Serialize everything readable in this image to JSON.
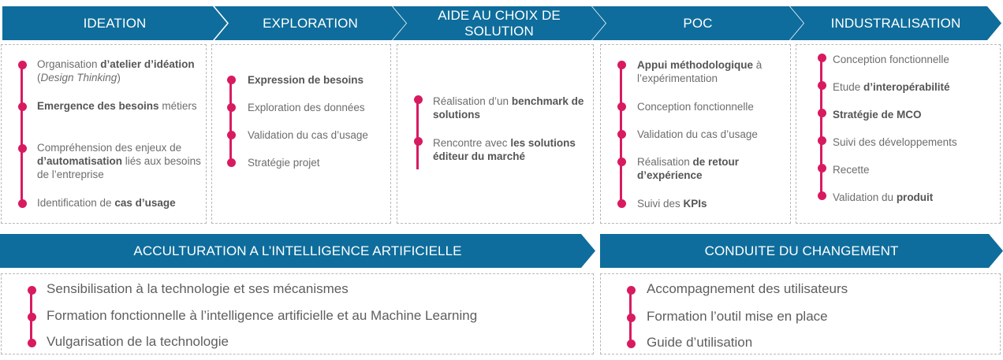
{
  "phases": [
    {
      "title": "IDEATION"
    },
    {
      "title": "EXPLORATION"
    },
    {
      "title": "AIDE AU CHOIX DE SOLUTION"
    },
    {
      "title": "POC"
    },
    {
      "title": "INDUSTRALISATION"
    }
  ],
  "ideation_items": [
    {
      "a": "Organisation ",
      "b": "d’atelier d’idéation",
      "c": " (",
      "d": "Design Thinking",
      "e": ")"
    },
    {
      "a": "",
      "b": "Emergence des besoins",
      "c": " métiers"
    },
    {
      "a": "Compréhension des enjeux de ",
      "b": "d’automatisation",
      "c": " liés aux besoins de l’entreprise"
    },
    {
      "a": "Identification de ",
      "b": "cas d’usage",
      "c": ""
    }
  ],
  "exploration_items": [
    {
      "a": "",
      "b": "Expression de besoins",
      "c": ""
    },
    {
      "a": "Exploration des données",
      "b": "",
      "c": ""
    },
    {
      "a": "Validation du cas d’usage",
      "b": "",
      "c": ""
    },
    {
      "a": "Stratégie projet",
      "b": "",
      "c": ""
    }
  ],
  "aide_items": [
    {
      "a": "Réalisation d’un ",
      "b": "benchmark de solutions",
      "c": ""
    },
    {
      "a": "Rencontre avec ",
      "b": "les solutions éditeur du marché",
      "c": ""
    }
  ],
  "poc_items": [
    {
      "a": "",
      "b": "Appui méthodologique",
      "c": " à l’expérimentation"
    },
    {
      "a": "Conception fonctionnelle",
      "b": "",
      "c": ""
    },
    {
      "a": "Validation du cas d’usage",
      "b": "",
      "c": ""
    },
    {
      "a": "Réalisation ",
      "b": "de retour d’expérience",
      "c": ""
    },
    {
      "a": "Suivi des ",
      "b": "KPIs",
      "c": ""
    }
  ],
  "indus_items": [
    {
      "a": "Conception fonctionnelle",
      "b": "",
      "c": ""
    },
    {
      "a": "Etude ",
      "b": "d’interopérabilité",
      "c": ""
    },
    {
      "a": "",
      "b": "Stratégie de MCO",
      "c": ""
    },
    {
      "a": "Suivi des développements",
      "b": "",
      "c": ""
    },
    {
      "a": "Recette",
      "b": "",
      "c": ""
    },
    {
      "a": "Validation du ",
      "b": "produit",
      "c": ""
    }
  ],
  "acculturation": {
    "title": "ACCULTURATION A L’INTELLIGENCE ARTIFICIELLE",
    "items": [
      "Sensibilisation à la technologie et ses mécanismes",
      "Formation fonctionnelle à l’intelligence artificielle et au Machine Learning",
      "Vulgarisation de la technologie"
    ]
  },
  "conduite": {
    "title": "CONDUITE DU CHANGEMENT",
    "items": [
      "Accompagnement des utilisateurs",
      "Formation l’outil mise en place",
      "Guide d’utilisation"
    ]
  },
  "colors": {
    "banner": "#0e6d9c",
    "accent": "#d81b60",
    "text": "#6d6d6d"
  }
}
